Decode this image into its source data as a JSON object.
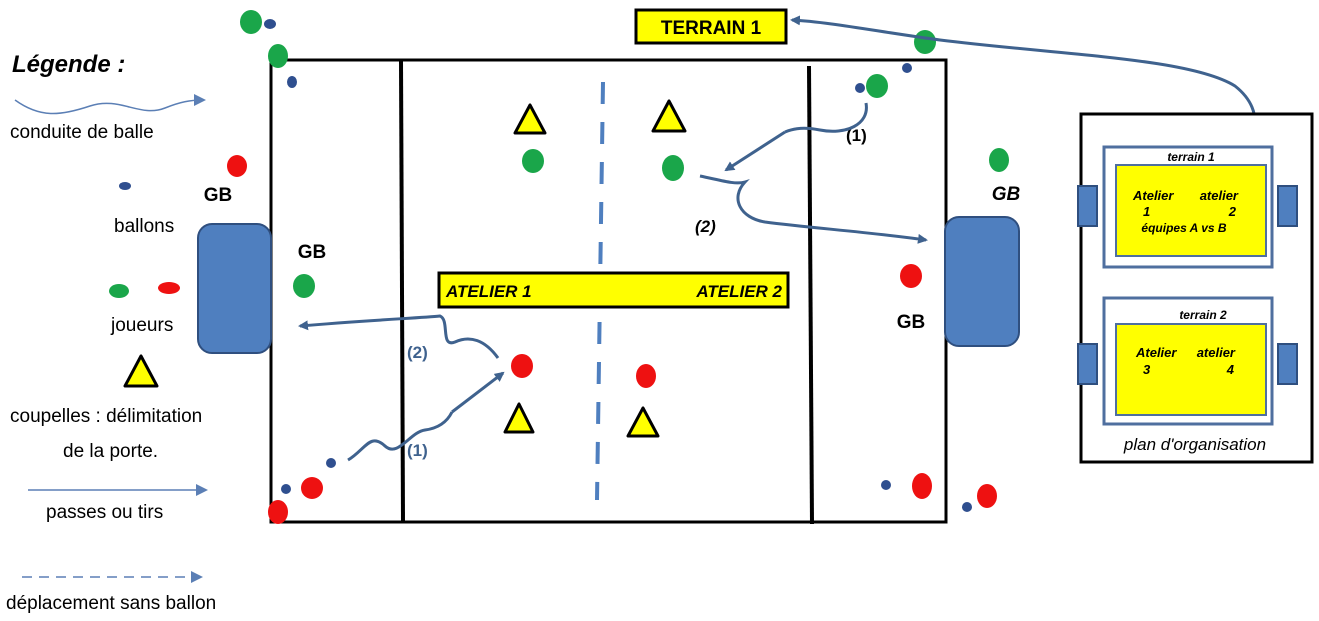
{
  "title": "TERRAIN 1",
  "legend": {
    "heading": "Légende :",
    "dribble": "conduite de balle",
    "balls": "ballons",
    "players": "joueurs",
    "cones_1": "coupelles : délimitation",
    "cones_2": "de la porte.",
    "passes": "passes ou tirs",
    "no_ball": "déplacement sans ballon"
  },
  "field": {
    "atelier1": "ATELIER 1",
    "atelier2": "ATELIER 2",
    "gb_left_outside": "GB",
    "gb_left_inside": "GB",
    "gb_right_top": "GB",
    "gb_right_bottom": "GB",
    "step1_top": "(1)",
    "step2_top": "(2)",
    "step1_bottom": "(1)",
    "step2_bottom": "(2)"
  },
  "plan": {
    "terrain1_title": "terrain 1",
    "terrain1_line1_left": "Atelier",
    "terrain1_line1_right": "atelier",
    "terrain1_line2_left": "1",
    "terrain1_line2_right": "2",
    "terrain1_line3": "équipes A vs B",
    "terrain2_title": "terrain 2",
    "terrain2_line1_left": "Atelier",
    "terrain2_line1_right": "atelier",
    "terrain2_line2_left": "3",
    "terrain2_line2_right": "4",
    "caption": "plan d'organisation"
  },
  "colors": {
    "green": "#1aa64a",
    "red": "#ee1111",
    "ball": "#2f4f8f",
    "arrow": "#3f628e",
    "goal": "#4f7fbf",
    "yellow": "#ffff00"
  }
}
